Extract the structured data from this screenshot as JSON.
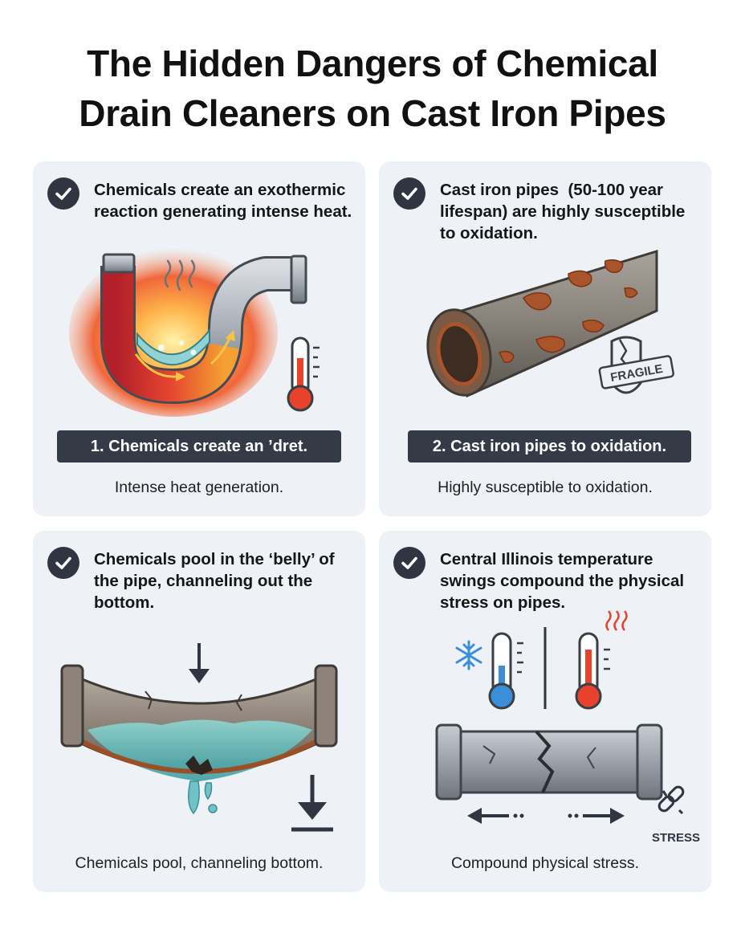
{
  "title": {
    "line1": "The Hidden Dangers of Chemical",
    "line2": "Drain Cleaners on Cast Iron Pipes"
  },
  "colors": {
    "card_bg": "#eef1f5",
    "label_bg": "#343a46",
    "check_bg": "#2f3541",
    "heat_red": "#e8412c",
    "cold_blue": "#3a8fd8",
    "rust": "#a9542a",
    "water": "#6fc3c6"
  },
  "cards": [
    {
      "heading": "Chemicals create an exothermic reaction generating intense heat.",
      "label": "1. Chemicals create an ’dret.",
      "caption": "Intense heat generation.",
      "icons": [
        "check-icon",
        "heated-p-trap-icon",
        "steam-icon",
        "thermometer-hot-icon"
      ]
    },
    {
      "heading": "Cast iron pipes  (50-100 year lifespan) are highly susceptible to oxidation.",
      "label": "2. Cast iron pipes to oxidation.",
      "caption": "Highly susceptible to oxidation.",
      "badge": "FRAGILE",
      "icons": [
        "check-icon",
        "rusted-pipe-icon",
        "fragile-shield-icon"
      ]
    },
    {
      "heading": "Chemicals pool in the ‘belly’ of the pipe, channeling out the bottom.",
      "caption": "Chemicals pool, channeling bottom.",
      "icons": [
        "check-icon",
        "down-arrow-icon",
        "sagging-pipe-icon",
        "drip-icon",
        "down-arrow-to-line-icon"
      ]
    },
    {
      "heading": "Central Illinois temperature swings compound the physical stress on pipes.",
      "caption": "Compound physical stress.",
      "badge": "STRESS",
      "icons": [
        "check-icon",
        "snowflake-icon",
        "thermometer-cold-icon",
        "thermometer-hot-icon",
        "cracked-pipe-icon",
        "left-arrow-icon",
        "right-arrow-icon",
        "broken-link-icon"
      ]
    }
  ]
}
